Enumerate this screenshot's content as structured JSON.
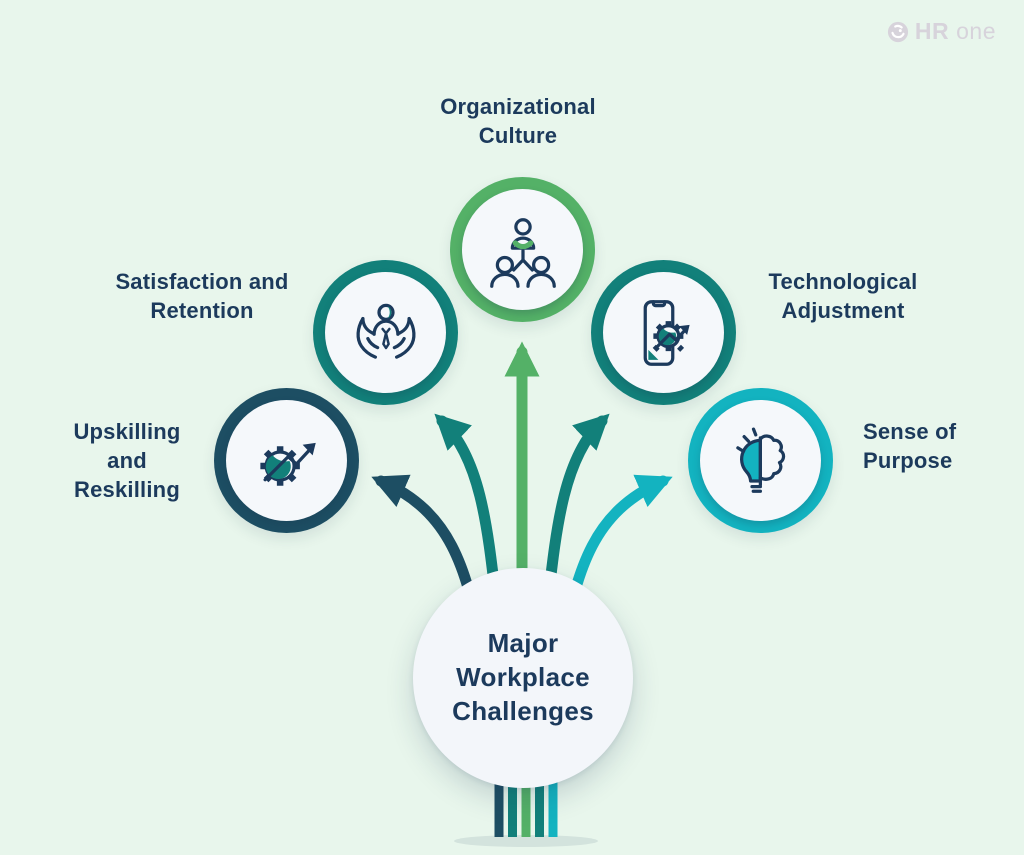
{
  "logo": {
    "brand_bold": "HR",
    "brand_light": "one"
  },
  "center": {
    "title": "Major\nWorkplace\nChallenges"
  },
  "nodes": [
    {
      "id": "organizational-culture",
      "label": "Organizational\nCulture",
      "icon": "org-hierarchy-icon",
      "ring_color": "#54b167"
    },
    {
      "id": "satisfaction-and-retention",
      "label": "Satisfaction and\nRetention",
      "icon": "hands-holding-person-icon",
      "ring_color": "#12807a"
    },
    {
      "id": "technological-adjustment",
      "label": "Technological\nAdjustment",
      "icon": "phone-gear-arrow-icon",
      "ring_color": "#12807a"
    },
    {
      "id": "upskilling-and-reskilling",
      "label": "Upskilling\nand\nReskilling",
      "icon": "gear-growth-arrow-icon",
      "ring_color": "#1d4e63"
    },
    {
      "id": "sense-of-purpose",
      "label": "Sense of\nPurpose",
      "icon": "bulb-brain-icon",
      "ring_color": "#13b3c0"
    }
  ],
  "colors": {
    "background": "#e8f6ec",
    "navy": "#1c3a5c",
    "green": "#54b167",
    "teal": "#12807a",
    "dark": "#1d4e63",
    "cyan": "#13b3c0",
    "circle-fill": "#f3f6fa",
    "logo-gray": "#d7d3db"
  }
}
